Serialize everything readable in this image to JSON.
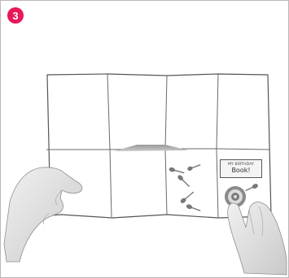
{
  "step": {
    "number": "3",
    "color": "#e8185a"
  },
  "book_label": {
    "line1": "MY BIRTHDAY",
    "line2": "Book!"
  },
  "icons": {
    "step_badge": "number-3-circle",
    "dart_picture": "dart-icons",
    "target_picture": "target-icon",
    "left_hand": "left-hand-illustration",
    "right_hand": "pointing-hand-illustration"
  }
}
